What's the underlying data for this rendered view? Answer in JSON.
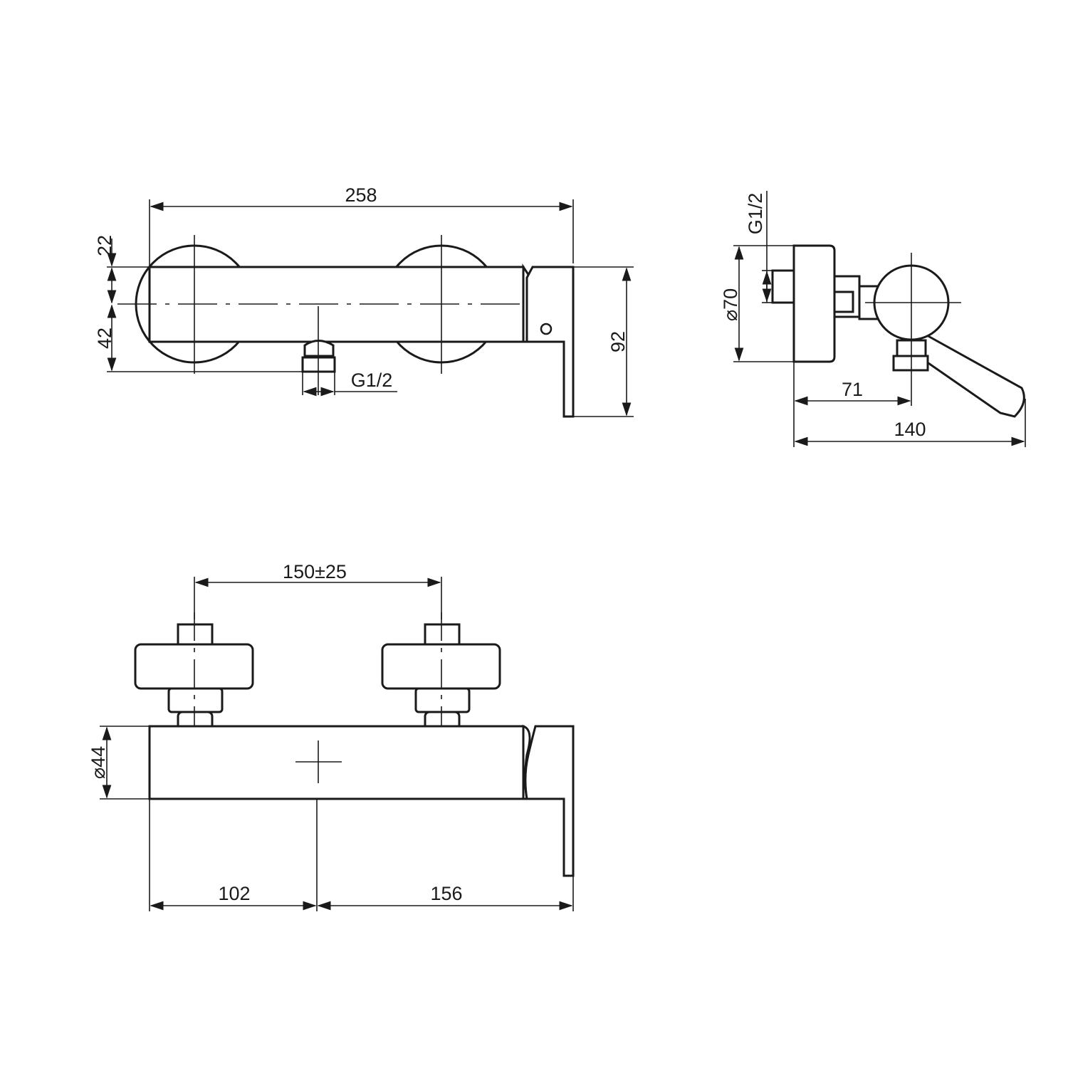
{
  "front_view": {
    "width": "258",
    "top_offset": "22",
    "bottom_offset": "42",
    "height": "92",
    "outlet_thread": "G1/2"
  },
  "side_view": {
    "thread": "G1/2",
    "rosette_diameter": "⌀70",
    "center_depth": "71",
    "total_depth": "140"
  },
  "top_view": {
    "inlet_spacing": "150±25",
    "body_diameter": "⌀44",
    "left_to_outlet": "102",
    "outlet_to_right": "156"
  },
  "colors": {
    "line": "#1a1a1a",
    "background": "#ffffff"
  }
}
